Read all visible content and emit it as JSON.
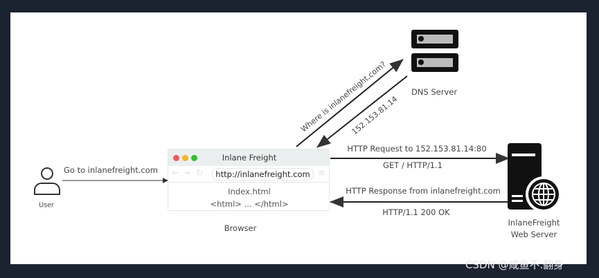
{
  "user": {
    "label": "User"
  },
  "user_arrow_label": "Go to inlanefreight.com",
  "browser": {
    "title": "Inlane Freight",
    "url": "http://inlanefreight.com",
    "file": "Index.html",
    "content": "<html> ... </html>",
    "label": "Browser"
  },
  "dns": {
    "label": "DNS Server",
    "query": "Where is inlanefreight.com?",
    "answer": "152.153.81.14"
  },
  "request": {
    "line1": "HTTP Request to 152.153.81.14:80",
    "line2": "GET / HTTP/1.1"
  },
  "response": {
    "line1": "HTTP Response from inlanefreight.com",
    "line2": "HTTP/1.1 200 OK"
  },
  "web_server": {
    "label1": "InlaneFreight",
    "label2": "Web Server"
  },
  "watermark": "CSDN @咸鱼不.翻身"
}
